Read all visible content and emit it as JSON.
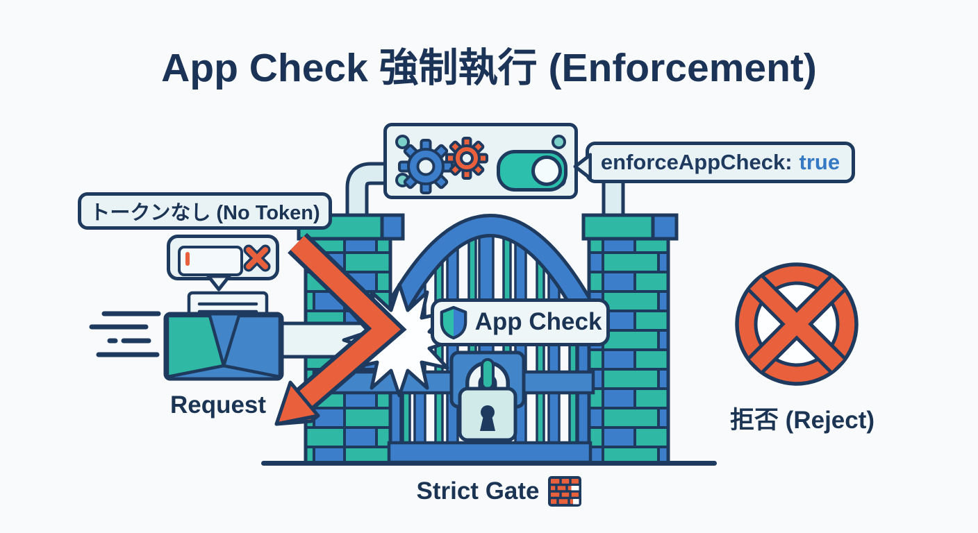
{
  "title": "App Check 強制執行 (Enforcement)",
  "config_panel": {
    "icons": {
      "gear_large": "gear-icon",
      "gear_small": "gear-icon",
      "toggle": "toggle-on-icon"
    },
    "code_bubble": {
      "label": "enforceAppCheck:",
      "value": "true"
    }
  },
  "request_flow": {
    "no_token_label": "トークンなし (No Token)",
    "token_missing_icon": "empty-token-field-icon",
    "envelope_icon": "envelope-icon",
    "request_label": "Request",
    "impact_icon": "burst-icon",
    "deflected_arrow_icon": "deflected-arrow-icon"
  },
  "gate": {
    "app_check_badge": {
      "shield_icon": "shield-icon",
      "label": "App Check"
    },
    "lock_icon": "padlock-icon",
    "caption": "Strict Gate",
    "caption_icon": "brick-wall-icon"
  },
  "rejection": {
    "no_entry_icon": "no-entry-icon",
    "label": "拒否 (Reject)"
  },
  "colors": {
    "navy": "#1e3a5f",
    "blue": "#3d7ecb",
    "teal": "#2fb8a4",
    "orange": "#e8603c",
    "panel_bg": "#e9f3f6",
    "code_value_blue": "#3579c4",
    "background": "#f8fafb"
  }
}
